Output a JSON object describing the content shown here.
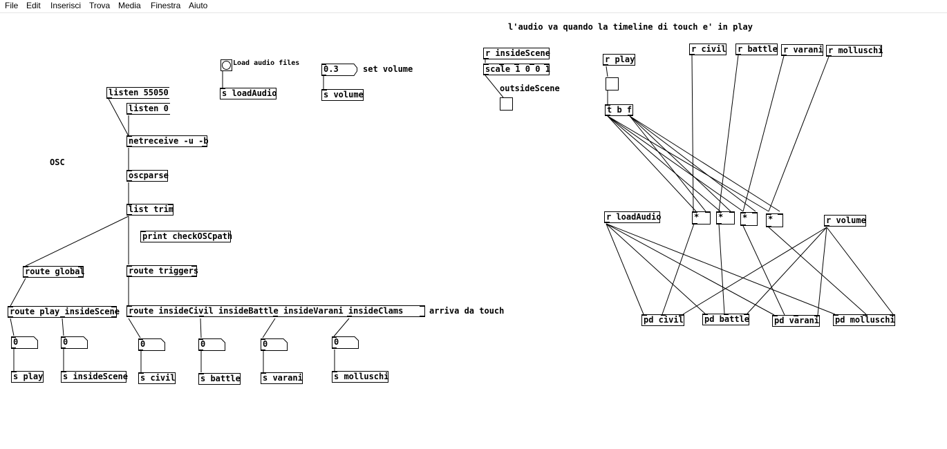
{
  "menu": [
    "File",
    "Edit",
    "Inserisci",
    "Trova",
    "Media",
    "Finestra",
    "Aiuto"
  ],
  "comments": {
    "osc": "OSC",
    "load_audio_files": "Load audio files",
    "set_volume": "set volume",
    "outside_scene": "outsideScene",
    "audio_note": "l'audio va quando la timeline di touch e' in play",
    "arriva_da_touch": "arriva da touch"
  },
  "objects": {
    "listen_55050": "listen 55050",
    "listen_0": "listen 0",
    "netreceive": "netreceive -u -b",
    "oscparse": "oscparse",
    "list_trim": "list trim",
    "print_check": "print checkOSCpath",
    "route_global": "route global",
    "route_triggers": "route triggers",
    "route_play_insidescene": "route play insideScene",
    "route_inside": "route insideCivil insideBattle insideVarani insideClams",
    "s_play": "s play",
    "s_insidescene": "s insideScene",
    "s_civil": "s civil",
    "s_battle": "s battle",
    "s_varani": "s varani",
    "s_molluschi": "s molluschi",
    "s_loadaudio": "s loadAudio",
    "volume_value": "0.3",
    "s_volume": "s volume",
    "r_insidescene": "r insideScene",
    "scale": "scale 1 0 0 1",
    "r_play": "r play",
    "t_b_f": "t b f",
    "r_civil": "r civil",
    "r_battle": "r battle",
    "r_varani": "r varani",
    "r_molluschi": "r molluschi",
    "mul": "*",
    "r_loadaudio": "r loadAudio",
    "r_volume": "r volume",
    "pd_civil": "pd civil",
    "pd_battle": "pd battle",
    "pd_varani": "pd varani",
    "pd_molluschi": "pd molluschi"
  },
  "numbers": {
    "play": "0",
    "insidescene": "0",
    "civil": "0",
    "battle": "0",
    "varani": "0",
    "molluschi": "0"
  }
}
